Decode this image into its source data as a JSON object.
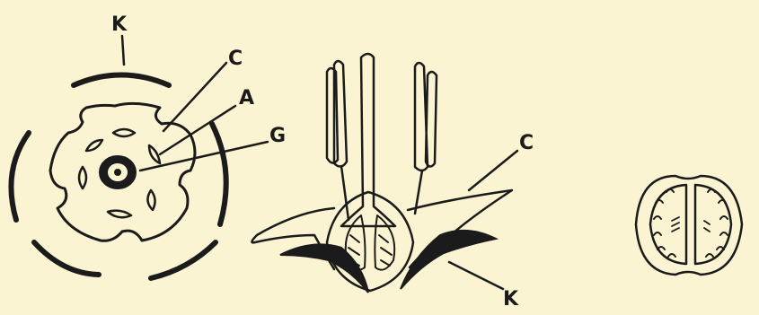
{
  "floral_diagram": {
    "label_calyx": "K",
    "label_corolla": "C",
    "label_androecium": "A",
    "label_gynoecium": "G"
  },
  "flower_section": {
    "label_corolla": "C",
    "label_calyx": "K"
  },
  "colors": {
    "background": "#fbf4d2",
    "ink": "#1b1b1b"
  }
}
